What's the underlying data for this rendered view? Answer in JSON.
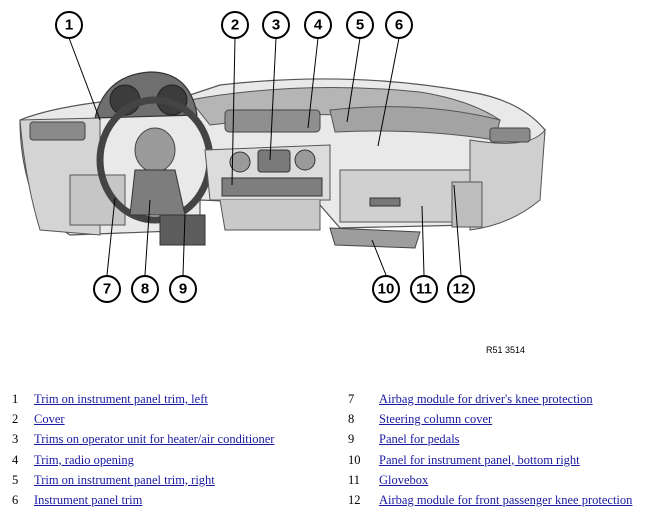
{
  "diagram": {
    "callouts_top": [
      "1",
      "2",
      "3",
      "4",
      "5",
      "6"
    ],
    "callouts_bottom": [
      "7",
      "8",
      "9",
      "10",
      "11",
      "12"
    ],
    "reference_code": "R51 3514"
  },
  "legend": {
    "left": [
      {
        "num": "1",
        "label": "Trim on instrument panel trim, left"
      },
      {
        "num": "2",
        "label": "Cover"
      },
      {
        "num": "3",
        "label": "Trims on operator unit for heater/air conditioner"
      },
      {
        "num": "4",
        "label": "Trim, radio opening"
      },
      {
        "num": "5",
        "label": "Trim on instrument panel trim, right"
      },
      {
        "num": "6",
        "label": "Instrument panel trim"
      }
    ],
    "right": [
      {
        "num": "7",
        "label": "Airbag module for driver's knee protection"
      },
      {
        "num": "8",
        "label": "Steering column cover"
      },
      {
        "num": "9",
        "label": "Panel for pedals"
      },
      {
        "num": "10",
        "label": "Panel for instrument panel, bottom right"
      },
      {
        "num": "11",
        "label": "Glovebox"
      },
      {
        "num": "12",
        "label": "Airbag module for front passenger knee protection"
      }
    ]
  }
}
